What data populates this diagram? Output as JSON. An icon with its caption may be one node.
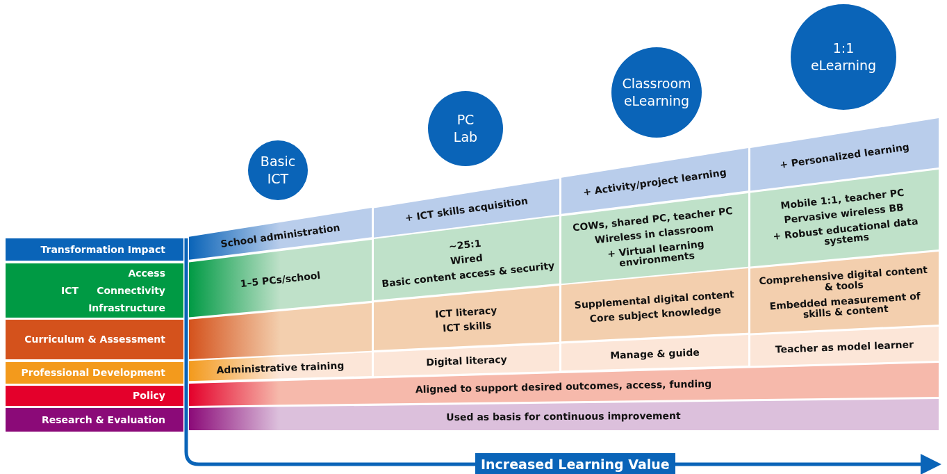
{
  "diagram": {
    "nodes": [
      {
        "text": [
          "Basic ICT"
        ]
      },
      {
        "text": [
          "PC Lab"
        ]
      },
      {
        "text": [
          "Classroom eLearning"
        ]
      },
      {
        "text": [
          "1:1 eLearning"
        ]
      },
      {
        "text": [
          "Transformation Impact"
        ]
      },
      {
        "text": [
          "ICT",
          "Access",
          "Connectivity",
          "Infrastructure"
        ]
      },
      {
        "text": [
          "Curriculum & Assessment"
        ]
      },
      {
        "text": [
          "Professional Development"
        ]
      },
      {
        "text": [
          "Policy"
        ]
      },
      {
        "text": [
          "Research & Evaluation"
        ]
      },
      {
        "text": [
          "School administration"
        ]
      },
      {
        "text": [
          "+ ICT skills acquisition"
        ]
      },
      {
        "text": [
          "+ Activity/project learning"
        ]
      },
      {
        "text": [
          "+ Personalized learning"
        ]
      },
      {
        "text": [
          "1–5 PCs/school"
        ]
      },
      {
        "text": [
          "~25:1",
          "Wired",
          "Basic content access & security"
        ]
      },
      {
        "text": [
          "COWs, shared PC, teacher PC",
          "Wireless in classroom",
          "+ Virtual learning environments"
        ]
      },
      {
        "text": [
          "Mobile 1:1, teacher PC",
          "Pervasive wireless BB",
          "+ Robust educational data systems"
        ]
      },
      {
        "text": [
          "ICT literacy",
          "ICT skills"
        ]
      },
      {
        "text": [
          "Supplemental digital content",
          "Core subject knowledge"
        ]
      },
      {
        "text": [
          "Comprehensive digital content & tools",
          "Embedded measurement of skills & content"
        ]
      },
      {
        "text": [
          "Administrative training"
        ]
      },
      {
        "text": [
          "Digital literacy"
        ]
      },
      {
        "text": [
          "Manage & guide"
        ]
      },
      {
        "text": [
          "Teacher as model learner"
        ]
      },
      {
        "text": [
          "Aligned to support desired outcomes, access, funding"
        ]
      },
      {
        "text": [
          "Used as basis for continuous improvement"
        ]
      }
    ],
    "labels": [
      "Increased Learning Value"
    ]
  }
}
